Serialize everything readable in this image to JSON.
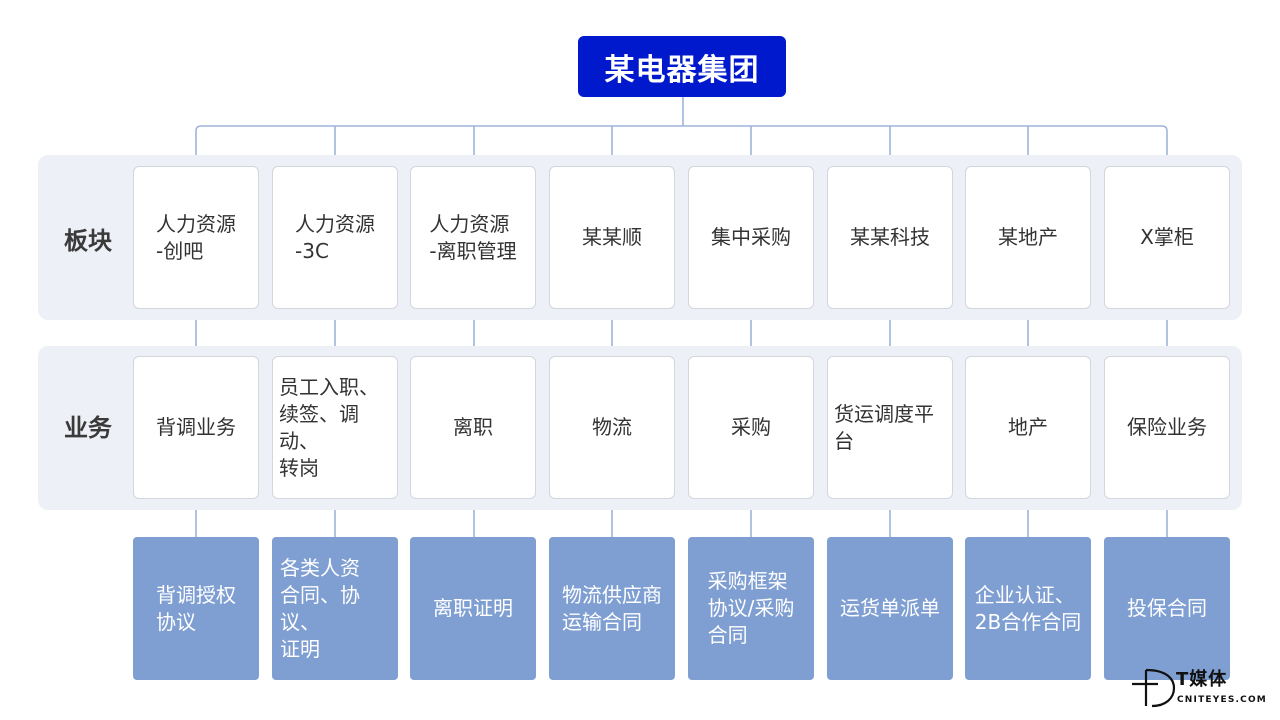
{
  "root": "某电器集团",
  "row_labels": {
    "segments": "板块",
    "business": "业务"
  },
  "segments": [
    "人力资源\n-创吧",
    "人力资源\n-3C",
    "人力资源\n-离职管理",
    "某某顺",
    "集中采购",
    "某某科技",
    "某地产",
    "X掌柜"
  ],
  "business": [
    "背调业务",
    "员工入职、\n续签、调动、\n转岗",
    "离职",
    "物流",
    "采购",
    "货运调度平台",
    "地产",
    "保险业务"
  ],
  "documents": [
    "背调授权\n协议",
    "各类人资\n合同、协议、\n证明",
    "离职证明",
    "物流供应商\n运输合同",
    "采购框架\n协议/采购\n合同",
    "运货单派单",
    "企业认证、\n2B合作合同",
    "投保合同"
  ],
  "watermark": {
    "title": "T媒体",
    "subtitle": "CNITEYES.COM"
  },
  "colors": {
    "root_bg": "#0019cc",
    "line": "#9fb3dc",
    "band_bg": "#eef0f7",
    "doc_bg": "#7f9fd2"
  }
}
